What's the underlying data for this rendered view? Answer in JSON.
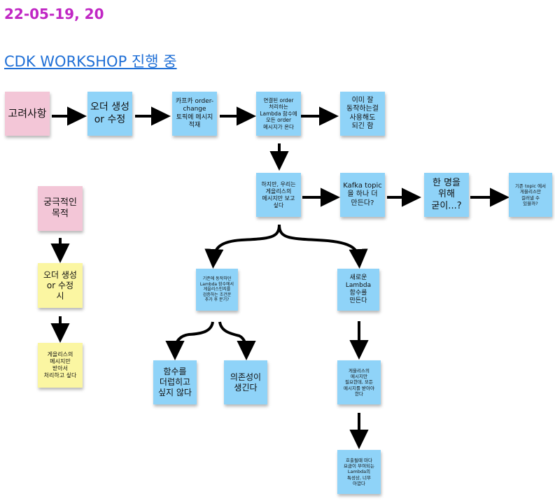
{
  "header": {
    "date": "22-05-19, 20",
    "subtitle": "CDK WORKSHOP 진행 중"
  },
  "colors": {
    "pink": "#f3c6d7",
    "blue": "#8fd3f8",
    "yellow": "#fbf6a2",
    "date_magenta": "#c026c4",
    "link_blue": "#1f6fd6"
  },
  "notes": {
    "considerations": "고려사항",
    "order_create": "오더 생성\nor 수정",
    "kafka_topic": "카프카 order-\nchange\n토픽에 메시지\n적재",
    "lambda_all": "연결된 order\n처리하는\nLambda 함수에\n모든 order\n메시지가 온다",
    "already_used": "이미 잘\n동작하는걸\n사용해도\n되긴 함",
    "but_we": "하지만, 우리는\n게을리스의\n메시지만 보고\n싶다",
    "kafka_one_more": "Kafka topic\n을 하나 더\n만든다?",
    "why_bother": "한 명을\n위해\n굳이...?",
    "existing_topic": "기존 topic 에서\n게을리스만\n걸러낼 수\n있을까?",
    "existing_lambda": "기존에 동작하던\nLambda 함수에서\n게을리스인지를\n검증하는 조건문\n추가 후 분기?",
    "new_lambda": "새로운\nLambda\n함수를\n만든다",
    "dirty_func": "함수를\n더럽히고\n싶지 않다",
    "dependency": "의존성이\n생긴다",
    "only_needed": "게을리스의\n메시지만\n필요한데, 모든\n메시지를 받아야\n한다",
    "cost": "호출될때 마다\n요금이 부여되는\nLambda의\n특성상, 너무\n아깝다",
    "ultimate_goal": "궁극적인\n목적",
    "order_create_when": "오더 생성\nor 수정\n시",
    "process_only": "게을리스의\n메시지만\n받아서\n처리하고 싶다"
  }
}
